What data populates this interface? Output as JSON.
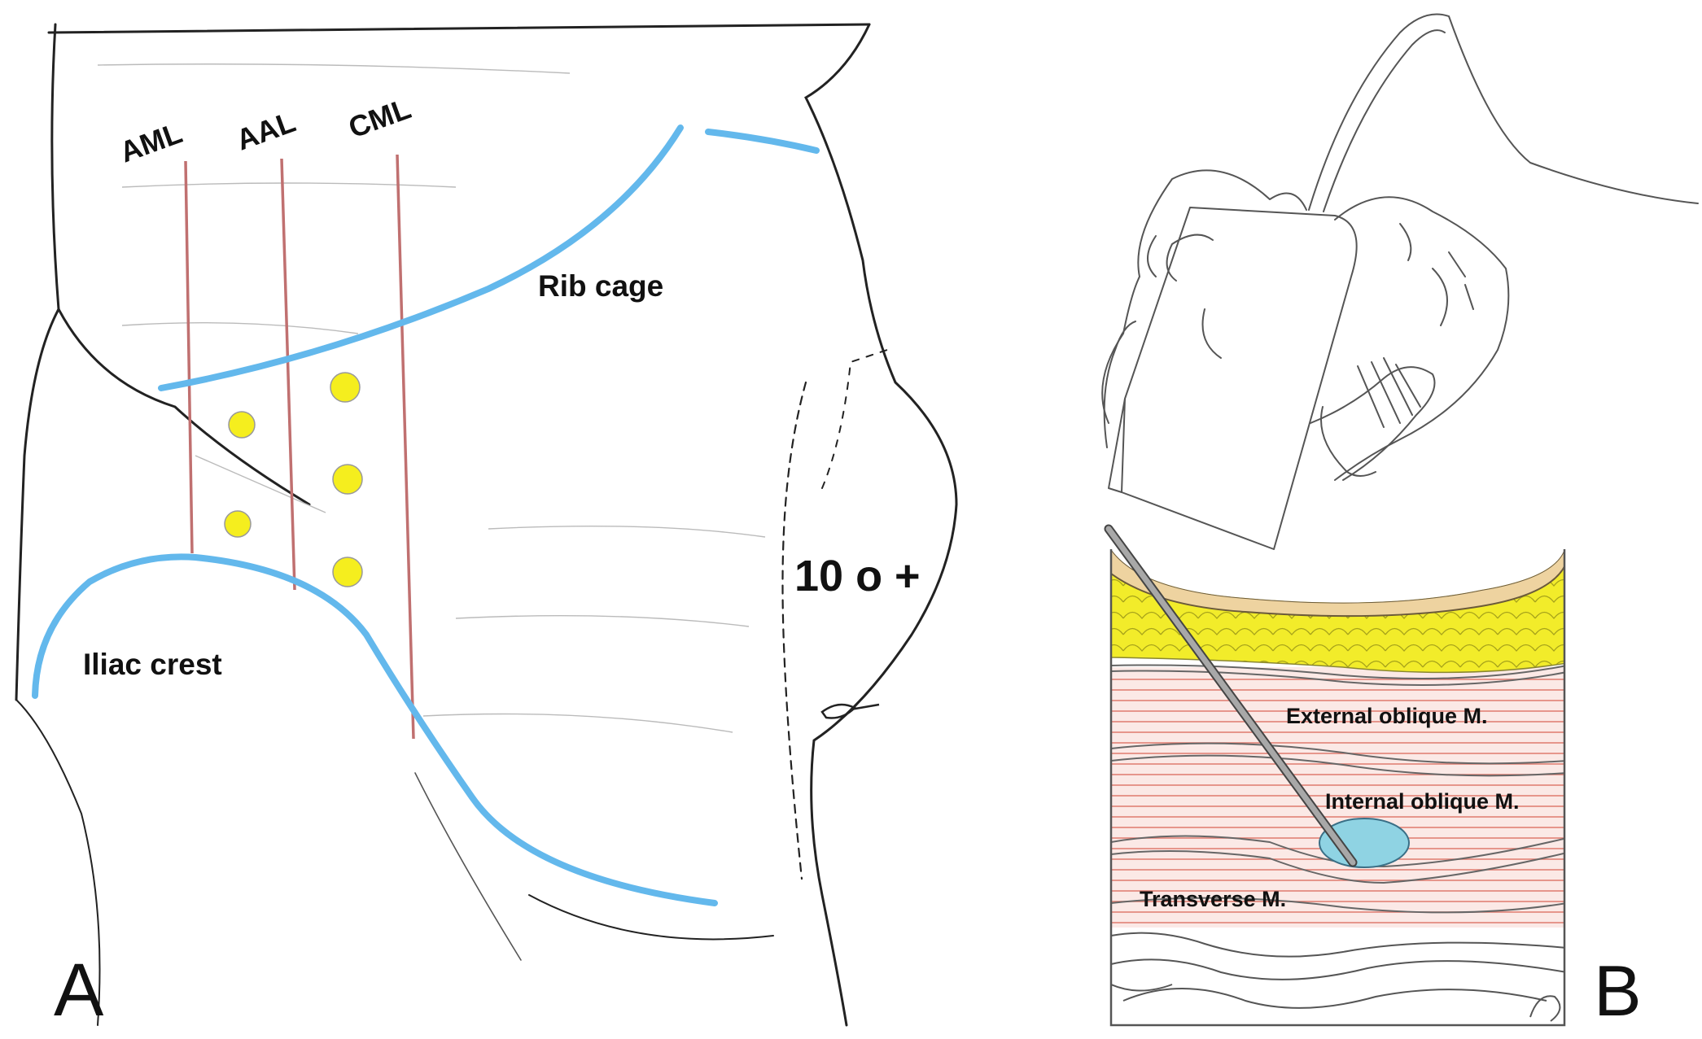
{
  "panel_a": {
    "letter": "A",
    "lines": {
      "aml": "AML",
      "aal": "AAL",
      "cml": "CML"
    },
    "rib_cage": "Rib cage",
    "iliac_crest": "Iliac crest",
    "position": "10 o +"
  },
  "panel_b": {
    "letter": "B",
    "layers": {
      "external": "External oblique M.",
      "internal": "Internal oblique M.",
      "transverse": "Transverse M."
    }
  },
  "colors": {
    "landmark_blue": "#63b8ec",
    "line_red": "#c07070",
    "point_yellow": "#f5ee1e",
    "fat_yellow": "#f2ec2a",
    "skin": "#eed3a0",
    "muscle_line": "#e07a6e",
    "injectate": "#8fd3e3",
    "needle": "#9a9a9a"
  }
}
